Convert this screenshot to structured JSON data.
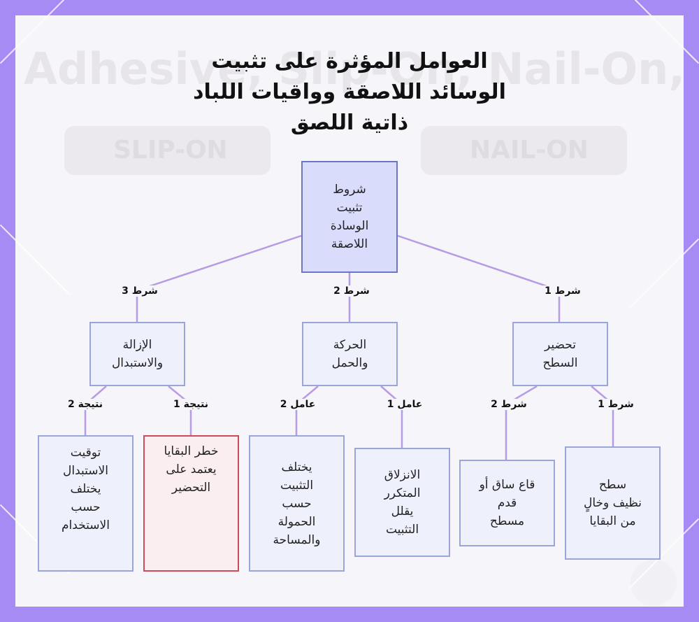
{
  "title_lines": [
    "العوامل المؤثرة على تثبيت",
    "الوسائد اللاصقة وواقيات اللباد",
    "ذاتية اللصق"
  ],
  "background_watermark": {
    "headline": "Adhesive, Slip-On, Nail-On, Tap-On",
    "left_badge": "SLIP-ON",
    "right_badge": "NAIL-ON"
  },
  "nodes": {
    "root": "شروط\nتثبيت\nالوسادة\nاللاصقة",
    "surface_prep": "تحضير\nالسطح",
    "movement_load": "الحركة\nوالحمل",
    "removal": "الإزالة\nوالاستبدال",
    "clean_surface": "سطح\nنظيف وخالٍ\nمن البقايا",
    "flat_base": "قاع ساق أو\nقدم\nمسطح",
    "repeated_sliding": "الانزلاق\nالمتكرر\nيقلل\nالتثبيت",
    "load_area": "يختلف\nالتثبيت\nحسب\nالحمولة\nوالمساحة",
    "residue_risk": "خطر البقايا\nيعتمد على\nالتحضير",
    "replacement_timing": "توقيت\nالاستبدال\nيختلف\nحسب\nالاستخدام"
  },
  "edge_labels": {
    "root_to_surface_prep": "شرط 1",
    "root_to_movement_load": "شرط 2",
    "root_to_removal": "شرط 3",
    "surface_prep_to_clean": "شرط 1",
    "surface_prep_to_flat": "شرط 2",
    "movement_to_sliding": "عامل 1",
    "movement_to_load": "عامل 2",
    "removal_to_residue": "نتيجة 1",
    "removal_to_timing": "نتيجة 2"
  },
  "colors": {
    "background": "#a78bf5",
    "node_fill": "#eef0fc",
    "node_border": "#9aa6d9",
    "root_fill": "#d9dcfa",
    "risk_fill": "#fbeef1",
    "risk_border": "#d14a5c",
    "connector": "#b79be6"
  }
}
